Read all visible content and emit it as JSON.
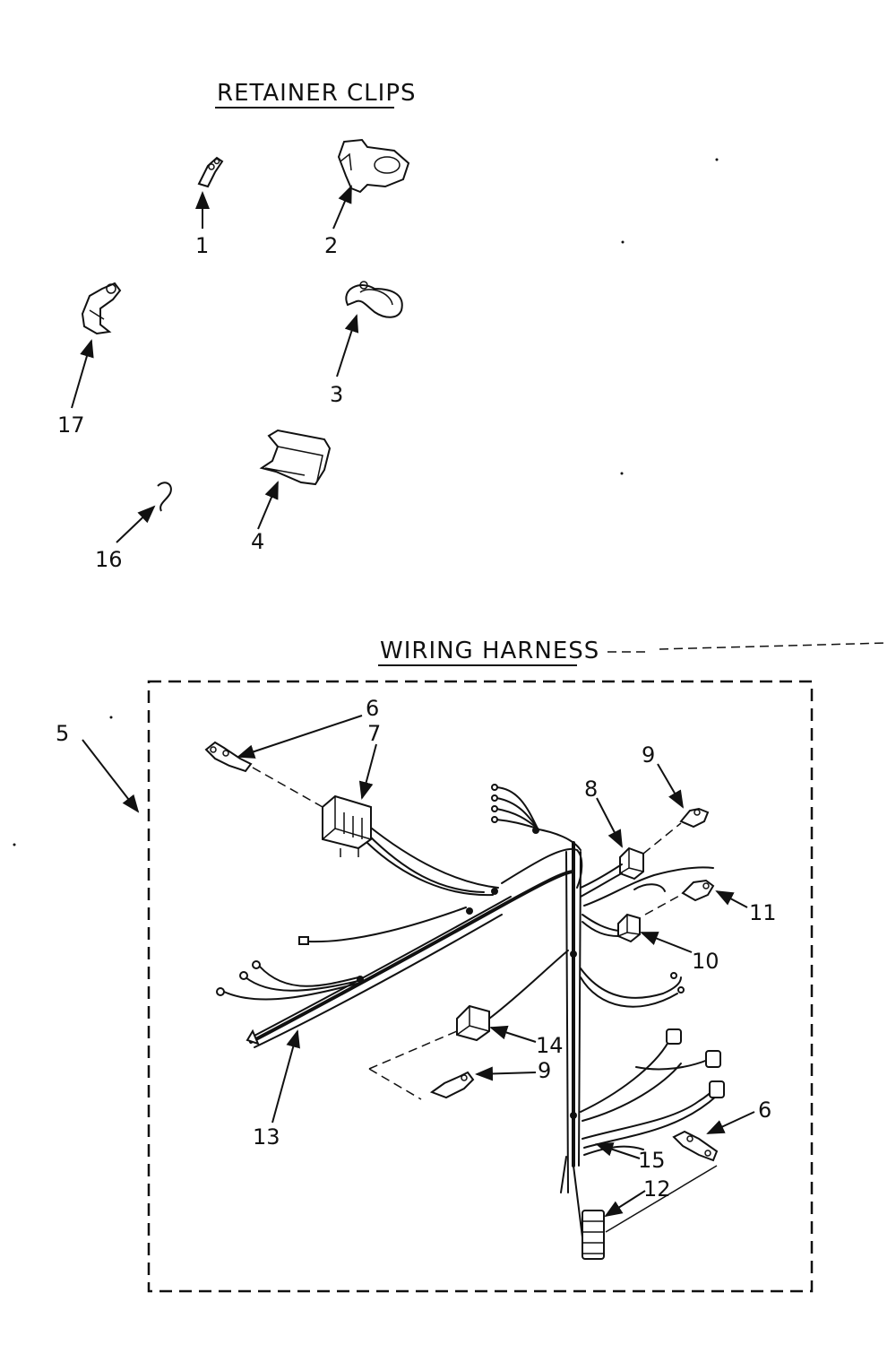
{
  "headings": {
    "retainer_clips": "RETAINER CLIPS",
    "wiring_harness": "WIRING HARNESS"
  },
  "labels": {
    "p1": "1",
    "p2": "2",
    "p3": "3",
    "p4": "4",
    "p5": "5",
    "p6a": "6",
    "p6b": "6",
    "p7": "7",
    "p8": "8",
    "p9a": "9",
    "p9b": "9",
    "p10": "10",
    "p11": "11",
    "p12": "12",
    "p13": "13",
    "p14": "14",
    "p15": "15",
    "p16": "16",
    "p17": "17"
  }
}
